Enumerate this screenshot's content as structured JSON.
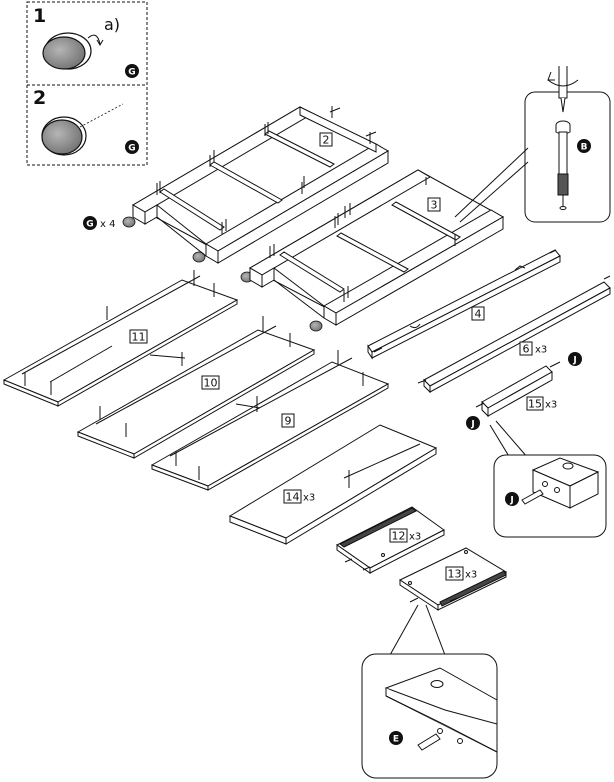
{
  "step_panel": {
    "step1": {
      "number": "1",
      "sub": "a)",
      "part": "G"
    },
    "step2": {
      "number": "2",
      "part": "G"
    }
  },
  "hardware": {
    "glide_part": "G",
    "glide_qty": "x 4",
    "cam_bolt_part": "B",
    "dowel_part_j": "J",
    "dowel_part_e": "E"
  },
  "parts": {
    "p2": {
      "num": "2",
      "qty": ""
    },
    "p3": {
      "num": "3",
      "qty": ""
    },
    "p4": {
      "num": "4",
      "qty": ""
    },
    "p6": {
      "num": "6",
      "qty": "x3"
    },
    "p9": {
      "num": "9",
      "qty": ""
    },
    "p10": {
      "num": "10",
      "qty": ""
    },
    "p11": {
      "num": "11",
      "qty": ""
    },
    "p12": {
      "num": "12",
      "qty": "x3"
    },
    "p13": {
      "num": "13",
      "qty": "x3"
    },
    "p14": {
      "num": "14",
      "qty": "x3"
    },
    "p15": {
      "num": "15",
      "qty": "x3"
    }
  },
  "colors": {
    "ink": "#111111",
    "glide_fill": "#8a8a8a",
    "badge": "#111111"
  }
}
